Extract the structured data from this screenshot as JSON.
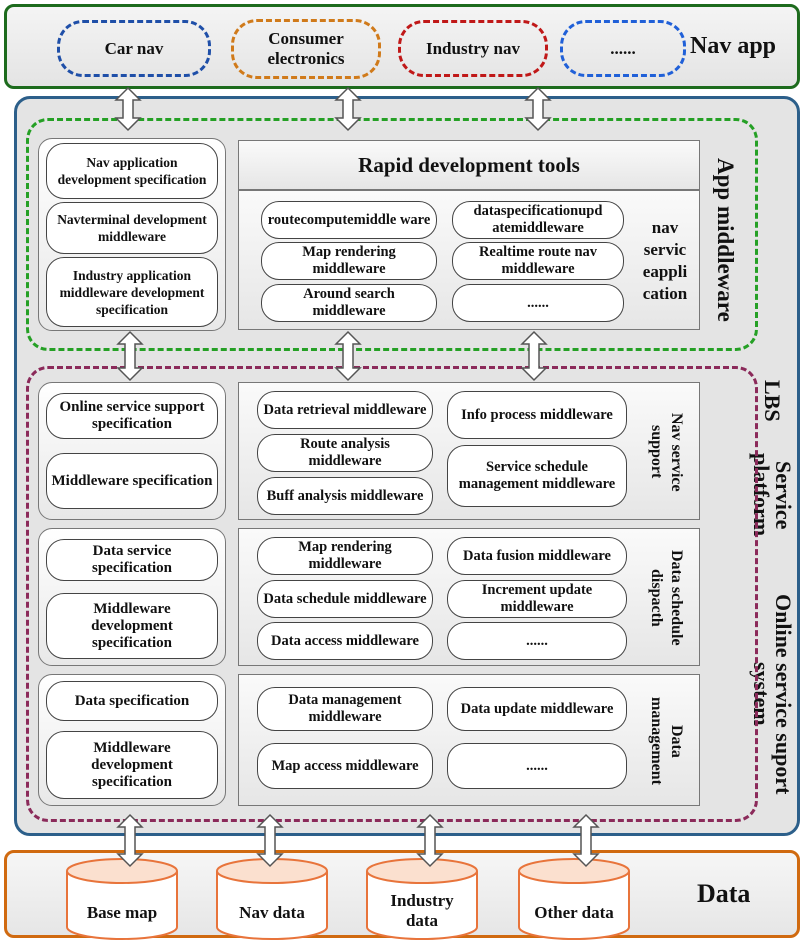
{
  "nav_app": {
    "title": "Nav app",
    "items": [
      "Car nav",
      "Consumer electronics",
      "Industry nav",
      "......"
    ]
  },
  "lbs_platform": {
    "title_line1": "LBS",
    "title_line2": "Service platform",
    "title_line3": "Online service suport system"
  },
  "app_middleware": {
    "title": "App middleware",
    "specs": [
      "Nav application development specification",
      "Navterminal development middleware",
      "Industry application middleware development specification"
    ],
    "header": "Rapid development tools",
    "items": [
      "routecomputemiddle ware",
      "dataspecificationupd atemiddleware",
      "Map rendering middleware",
      "Realtime route nav middleware",
      "Around search middleware",
      "......"
    ],
    "side_label": "nav servic eapplication"
  },
  "nav_service": {
    "label": "Nav service support",
    "specs": [
      "Online service support specification",
      "Middleware specification"
    ],
    "items": [
      "Data retrieval middleware",
      "Info process middleware",
      "Route analysis middleware",
      "Service schedule management middleware",
      "Buff analysis middleware"
    ]
  },
  "data_schedule": {
    "label": "Data schedule dispacth",
    "specs": [
      "Data service specification",
      "Middleware development specification"
    ],
    "items": [
      "Map rendering middleware",
      "Data fusion middleware",
      "Data schedule middleware",
      "Increment update middleware",
      "Data access middleware",
      "......"
    ]
  },
  "data_management": {
    "label": "Data management",
    "specs": [
      "Data specification",
      "Middleware development specification"
    ],
    "items": [
      "Data management middleware",
      "Data update middleware",
      "Map access middleware",
      "......"
    ]
  },
  "data_layer": {
    "title": "Data",
    "items": [
      "Base map",
      "Nav data",
      "Industry data",
      "Other data"
    ]
  },
  "colors": {
    "nav_border": "#1d6b1d",
    "lbs_border": "#2c5f8a",
    "app_dashed": "#25a025",
    "service_dashed": "#8b2a5a",
    "data_border": "#d06a10",
    "cylinder": "#e8743b",
    "car_nav": "#1f4fa8",
    "consumer": "#d07a1a",
    "industry_nav": "#c01818",
    "more_nav": "#2060d8"
  }
}
